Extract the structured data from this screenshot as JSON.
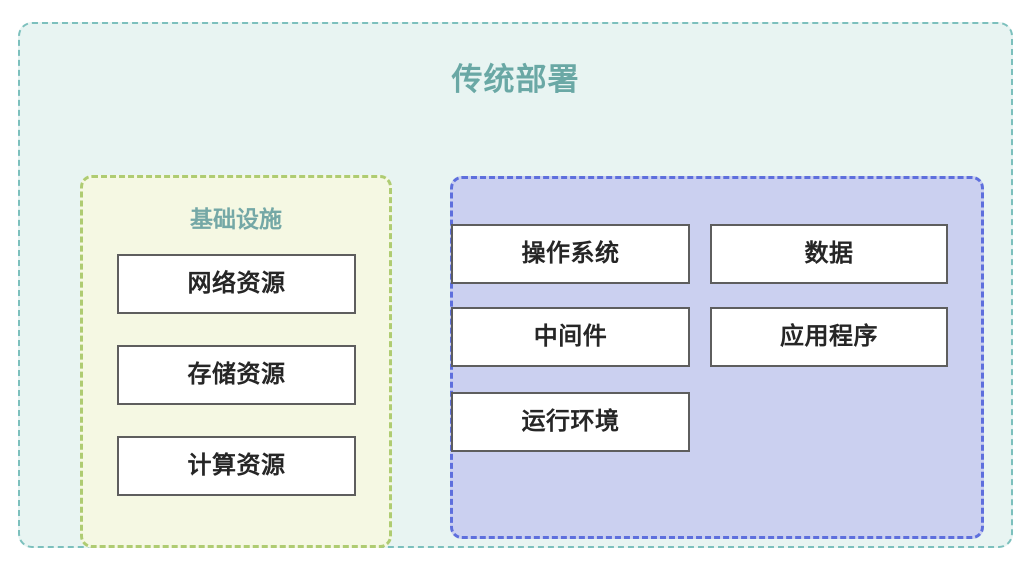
{
  "diagram": {
    "title": "传统部署",
    "type": "deployment-architecture",
    "colors": {
      "outer_background": "#e8f4f2",
      "outer_border": "#7cc0bd",
      "title_text": "#6aa8a5",
      "infrastructure_background": "#f5f8e3",
      "infrastructure_border": "#afcc72",
      "infrastructure_title_text": "#74a8a6",
      "platform_background": "#cbd0f0",
      "platform_border": "#5e6fdd",
      "item_background": "#ffffff",
      "item_border": "#5e5e5e",
      "item_text": "#262626"
    },
    "infrastructure": {
      "title": "基础设施",
      "items": [
        {
          "label": "网络资源"
        },
        {
          "label": "存储资源"
        },
        {
          "label": "计算资源"
        }
      ]
    },
    "platform": {
      "title": "",
      "items": [
        {
          "label": "操作系统",
          "column": "left",
          "row": 1
        },
        {
          "label": "数据",
          "column": "right",
          "row": 1
        },
        {
          "label": "中间件",
          "column": "left",
          "row": 2
        },
        {
          "label": "应用程序",
          "column": "right",
          "row": 2
        },
        {
          "label": "运行环境",
          "column": "left",
          "row": 3
        }
      ]
    }
  }
}
